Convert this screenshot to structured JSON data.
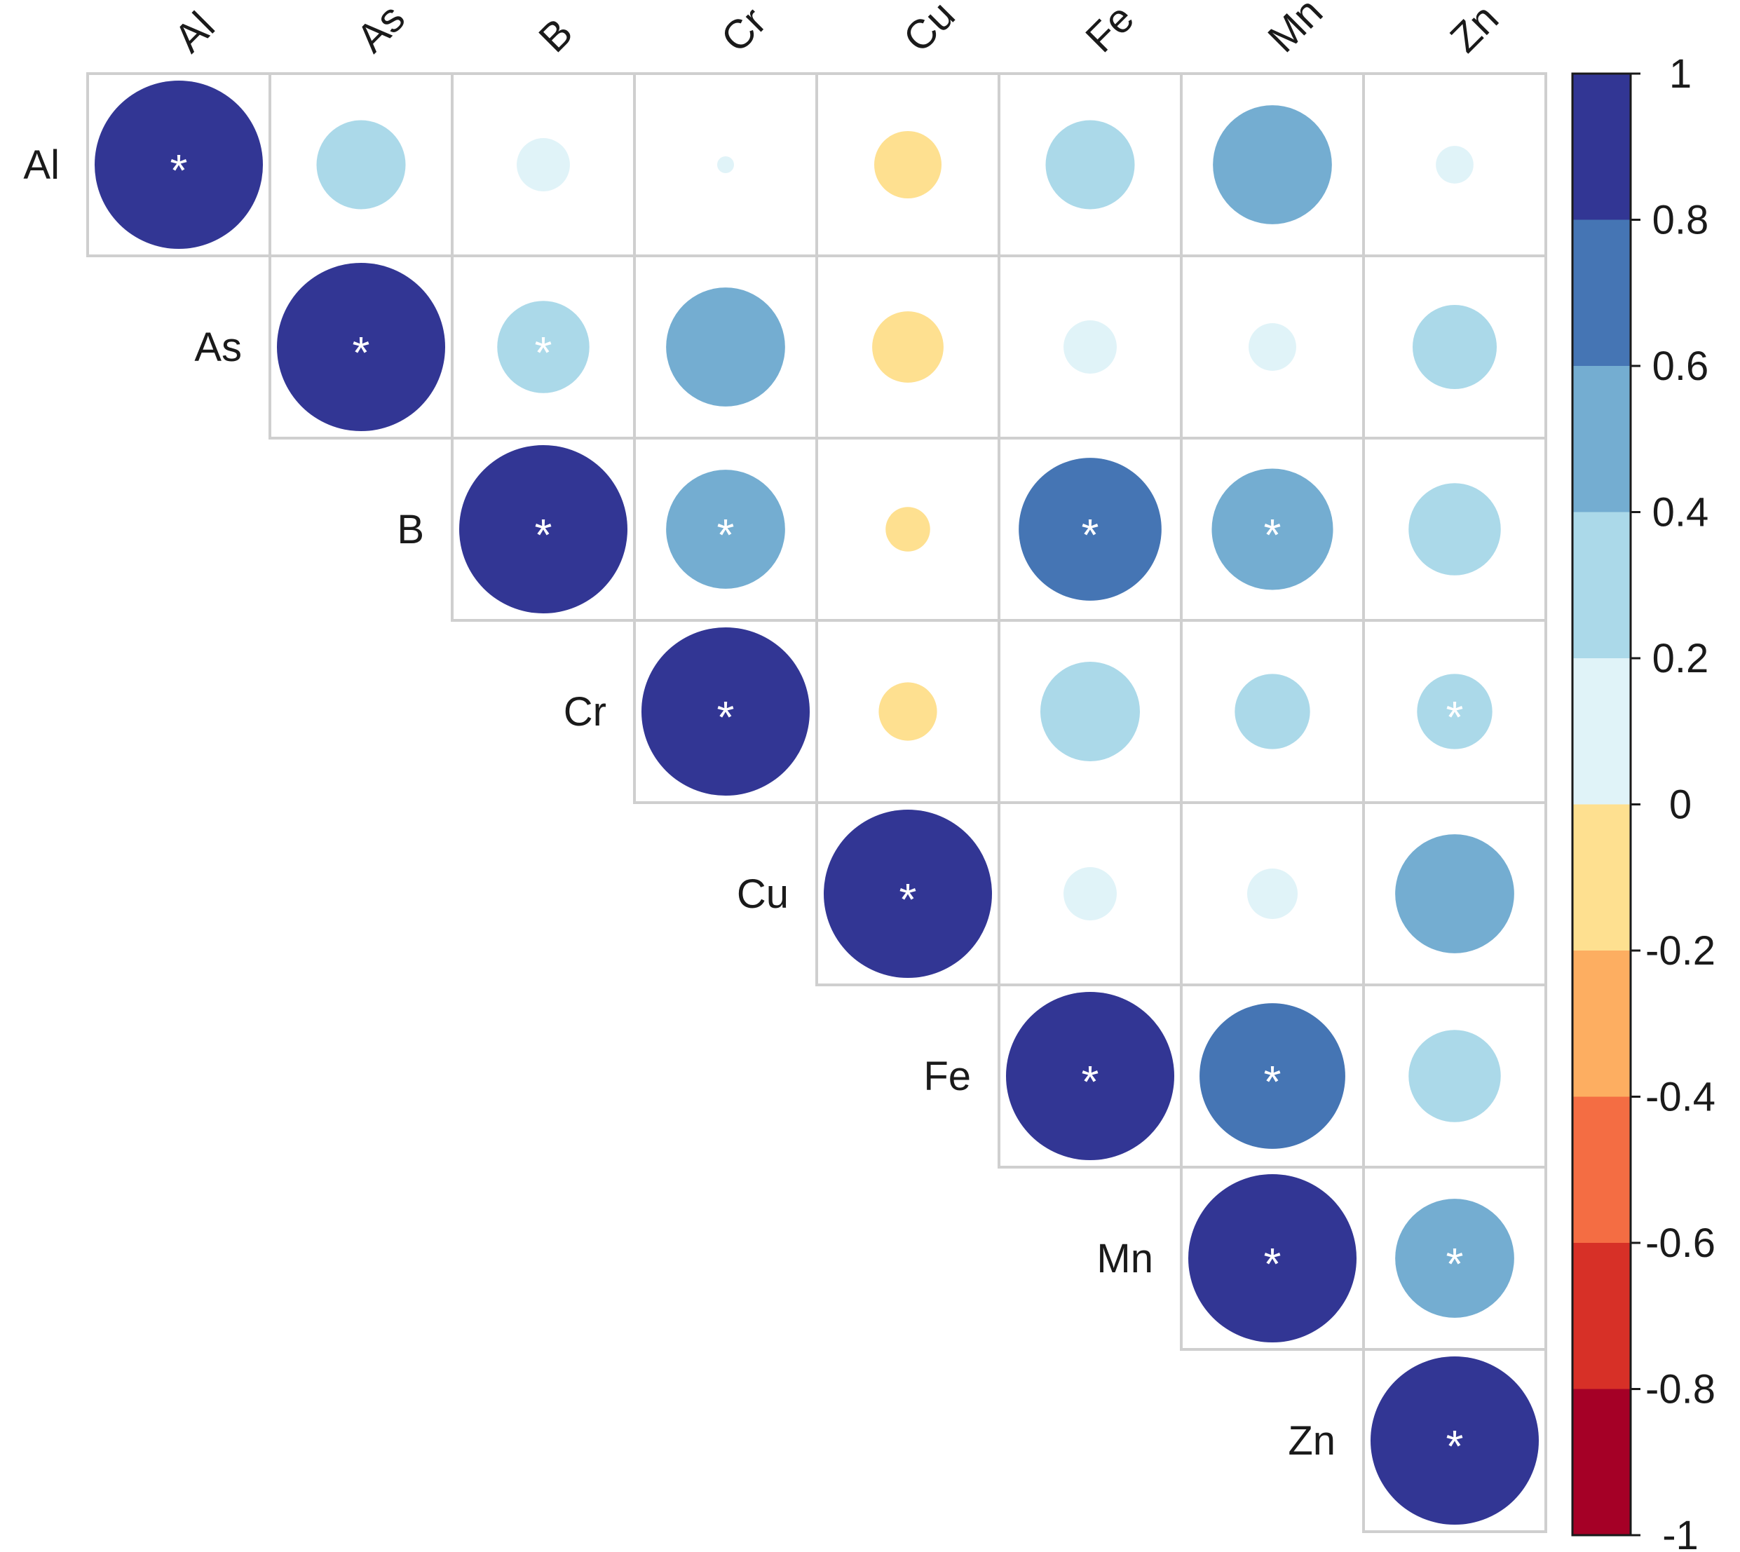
{
  "chart_data": {
    "type": "heatmap",
    "subtype": "correlation-circles-upper-triangle",
    "variables": [
      "Al",
      "As",
      "B",
      "Cr",
      "Cu",
      "Fe",
      "Mn",
      "Zn"
    ],
    "matrix": [
      [
        1.0,
        0.28,
        0.1,
        0.01,
        -0.16,
        0.28,
        0.5,
        0.05
      ],
      [
        null,
        1.0,
        0.3,
        0.5,
        -0.18,
        0.1,
        0.08,
        0.25
      ],
      [
        null,
        null,
        1.0,
        0.5,
        -0.07,
        0.72,
        0.52,
        0.3
      ],
      [
        null,
        null,
        null,
        1.0,
        -0.12,
        0.35,
        0.2,
        0.2
      ],
      [
        null,
        null,
        null,
        null,
        1.0,
        0.1,
        0.09,
        0.5
      ],
      [
        null,
        null,
        null,
        null,
        null,
        1.0,
        0.75,
        0.3
      ],
      [
        null,
        null,
        null,
        null,
        null,
        null,
        1.0,
        0.5
      ],
      [
        null,
        null,
        null,
        null,
        null,
        null,
        null,
        1.0
      ]
    ],
    "significance_marker": "*",
    "significant": [
      [
        true,
        false,
        false,
        false,
        false,
        false,
        false,
        false
      ],
      [
        false,
        true,
        true,
        false,
        false,
        false,
        false,
        false
      ],
      [
        false,
        false,
        true,
        true,
        false,
        true,
        true,
        false
      ],
      [
        false,
        false,
        false,
        true,
        false,
        false,
        false,
        true
      ],
      [
        false,
        false,
        false,
        false,
        true,
        false,
        false,
        false
      ],
      [
        false,
        false,
        false,
        false,
        false,
        true,
        true,
        false
      ],
      [
        false,
        false,
        false,
        false,
        false,
        false,
        true,
        true
      ],
      [
        false,
        false,
        false,
        false,
        false,
        false,
        false,
        true
      ]
    ],
    "colorbar": {
      "ticks": [
        "1",
        "0.8",
        "0.6",
        "0.4",
        "0.2",
        "0",
        "-0.2",
        "-0.4",
        "-0.6",
        "-0.8",
        "-1"
      ],
      "range": [
        -1,
        1
      ],
      "bins": [
        {
          "from": 0.8,
          "to": 1.0,
          "color": "#323694"
        },
        {
          "from": 0.6,
          "to": 0.8,
          "color": "#4575b4"
        },
        {
          "from": 0.4,
          "to": 0.6,
          "color": "#74add1"
        },
        {
          "from": 0.2,
          "to": 0.4,
          "color": "#abd9e9"
        },
        {
          "from": 0.0,
          "to": 0.2,
          "color": "#e0f3f8"
        },
        {
          "from": -0.2,
          "to": 0.0,
          "color": "#fee090"
        },
        {
          "from": -0.4,
          "to": -0.2,
          "color": "#fdae61"
        },
        {
          "from": -0.6,
          "to": -0.4,
          "color": "#f46d43"
        },
        {
          "from": -0.8,
          "to": -0.6,
          "color": "#d73027"
        },
        {
          "from": -1.0,
          "to": -0.8,
          "color": "#a50026"
        }
      ]
    },
    "grid": true,
    "legend": "right"
  }
}
